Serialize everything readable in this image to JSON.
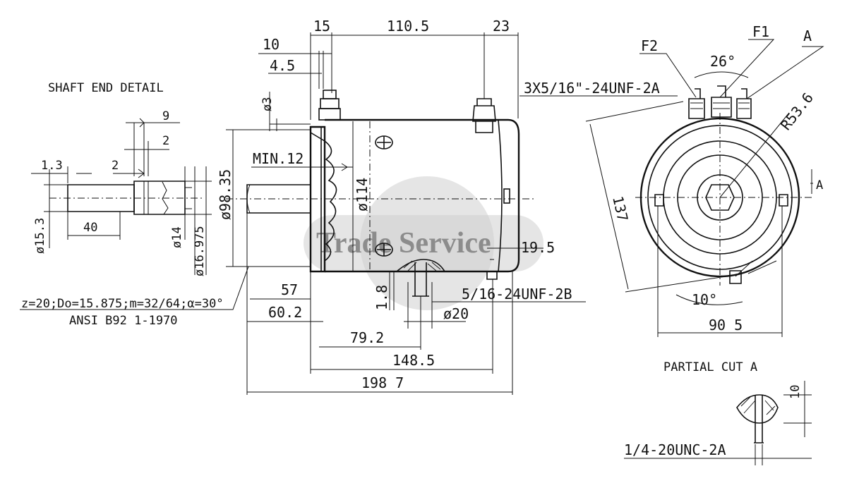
{
  "watermark": "Trade Service",
  "shaft_detail": {
    "title": "SHAFT END DETAIL",
    "dims": {
      "d9": "9",
      "d2a": "2",
      "d13": "1.3",
      "d2b": "2",
      "d40": "40",
      "dia153": "ø15.3",
      "dia14": "ø14",
      "dia16975": "ø16.975"
    },
    "spline_spec": "z=20;Do=15.875;m=32/64;α=30°",
    "standard": "ANSI B92 1-1970"
  },
  "side_view": {
    "top_dims": {
      "d15": "15",
      "d1105": "110.5",
      "d23": "23",
      "d10": "10",
      "d45": "4.5"
    },
    "dia3": "ø3",
    "min12": "MIN.12",
    "dia9835": "ø98.35",
    "dia114": "ø114",
    "d195": "19.5",
    "d57": "57",
    "d602": "60.2",
    "d18": "1.8",
    "dia20": "ø20",
    "d792": "79.2",
    "d1485": "148.5",
    "d1987": "198 7",
    "thread_top": "3X5/16\"-24UNF-2A",
    "thread_bottom": "5/16-24UNF-2B"
  },
  "end_view": {
    "terminals": {
      "f2": "F2",
      "f1": "F1",
      "a": "A"
    },
    "angle26": "26°",
    "r536": "R53.6",
    "d137": "137",
    "a_marker": "A",
    "angle10": "10°",
    "d905": "90 5"
  },
  "partial_cut": {
    "title": "PARTIAL CUT A",
    "d10": "10",
    "thread": "1/4-20UNC-2A"
  }
}
